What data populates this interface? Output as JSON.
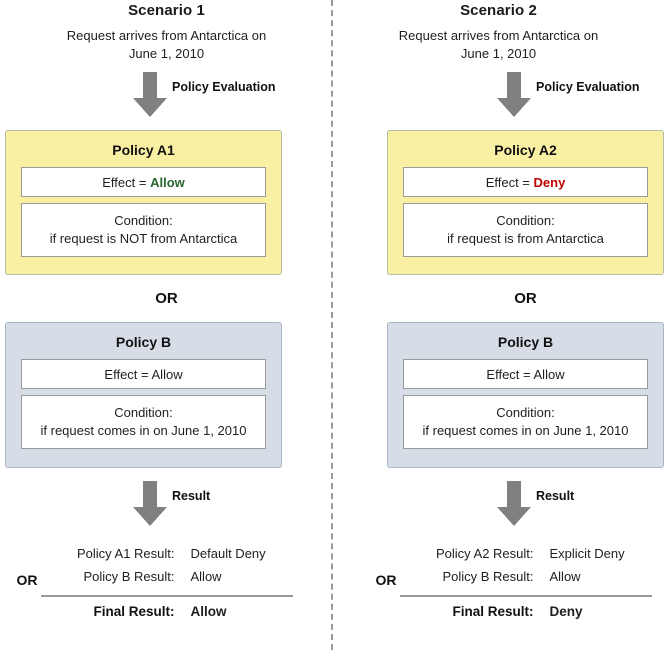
{
  "divider": {
    "name": "scenario-divider"
  },
  "scenarios": [
    {
      "title": "Scenario 1",
      "request": "Request arrives from Antarctica on\nJune 1, 2010",
      "eval_arrow_label": "Policy Evaluation",
      "policy_a": {
        "title": "Policy A1",
        "effect_prefix": "Effect = ",
        "effect_value": "Allow",
        "effect_tone": "allow",
        "condition_line1": "Condition:",
        "condition_line2": "if request is NOT from Antarctica"
      },
      "or_separator": "OR",
      "policy_b": {
        "title": "Policy B",
        "effect_prefix": "Effect = ",
        "effect_value": "Allow",
        "effect_tone": "plain",
        "condition_line1": "Condition:",
        "condition_line2": "if request comes in on June 1, 2010"
      },
      "result_arrow_label": "Result",
      "result": {
        "or_badge": "OR",
        "rows": [
          {
            "label": "Policy A1 Result:",
            "value": "Default Deny"
          },
          {
            "label": "Policy B Result:",
            "value": "Allow"
          }
        ],
        "final_label": "Final Result:",
        "final_value": "Allow",
        "final_tone": "allow"
      }
    },
    {
      "title": "Scenario 2",
      "request": "Request arrives from Antarctica on\nJune 1, 2010",
      "eval_arrow_label": "Policy Evaluation",
      "policy_a": {
        "title": "Policy A2",
        "effect_prefix": "Effect = ",
        "effect_value": "Deny",
        "effect_tone": "deny",
        "condition_line1": "Condition:",
        "condition_line2": "if request is from Antarctica"
      },
      "or_separator": "OR",
      "policy_b": {
        "title": "Policy B",
        "effect_prefix": "Effect = ",
        "effect_value": "Allow",
        "effect_tone": "plain",
        "condition_line1": "Condition:",
        "condition_line2": "if request comes in on June 1, 2010"
      },
      "result_arrow_label": "Result",
      "result": {
        "or_badge": "OR",
        "rows": [
          {
            "label": "Policy A2 Result:",
            "value": "Explicit Deny"
          },
          {
            "label": "Policy B Result:",
            "value": "Allow"
          }
        ],
        "final_label": "Final Result:",
        "final_value": "Deny",
        "final_tone": "deny"
      }
    }
  ],
  "colors": {
    "policy_a_fill": "#faf0a4",
    "policy_b_fill": "#d7dde7",
    "arrow_gray": "#808080",
    "allow_green": "#29672f",
    "deny_red": "#c00000",
    "divider_gray": "#9a9a9a"
  }
}
